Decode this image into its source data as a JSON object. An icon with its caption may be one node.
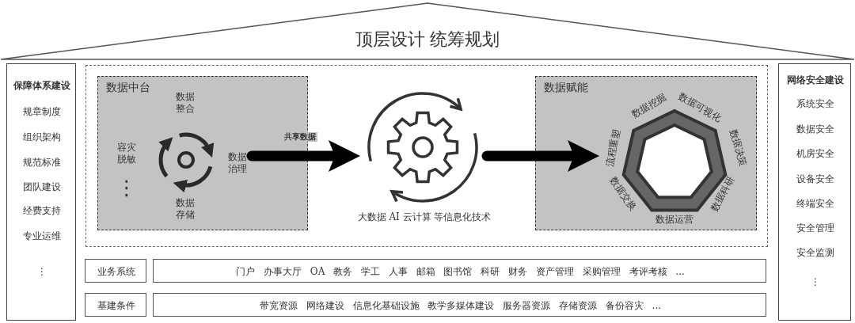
{
  "diagram": {
    "nodes": [
      {
        "text": [
          "顶层设计 统筹规划"
        ]
      },
      {
        "text": [
          "保障体系建设",
          "规章制度",
          "组织架构",
          "规范标准",
          "团队建设",
          "经费支持",
          "专业运维",
          "⋮"
        ]
      },
      {
        "text": [],
        "shape": "box"
      },
      {
        "text": [
          "数据中台",
          "数据整合",
          "数据治理",
          "数据存储",
          "容灾脱敏",
          "⋮"
        ],
        "in": 2
      },
      {
        "text": [
          "大数据 AI 云计算 等信息化技术"
        ],
        "in": 2
      },
      {
        "text": [
          "数据赋能",
          "数据挖掘",
          "数据可视化",
          "数据决策",
          "数据科研",
          "数据运营",
          "数据交换",
          "流程重塑"
        ],
        "in": 2
      },
      {
        "text": [
          "业务系统"
        ]
      },
      {
        "text": [
          "门户 办事大厅 OA 教务 学工 人事 邮箱 图书馆 科研 财务 资产管理 采购管理 考评考核 ..."
        ]
      },
      {
        "text": [
          "基建条件"
        ]
      },
      {
        "text": [
          "带宽资源 网络建设 信息化基础设施 教学多媒体建设 服务器资源 存储资源 备份容灾 ..."
        ]
      },
      {
        "text": [
          "网络安全建设",
          "系统安全",
          "数据安全",
          "机房安全",
          "设备安全",
          "终端安全",
          "安全管理",
          "安全监测",
          "⋮"
        ]
      }
    ],
    "edges": [
      {
        "from": 3,
        "to": 4,
        "arrow": "to",
        "label": "共享数据"
      },
      {
        "from": 4,
        "to": 5,
        "arrow": "to"
      }
    ]
  }
}
